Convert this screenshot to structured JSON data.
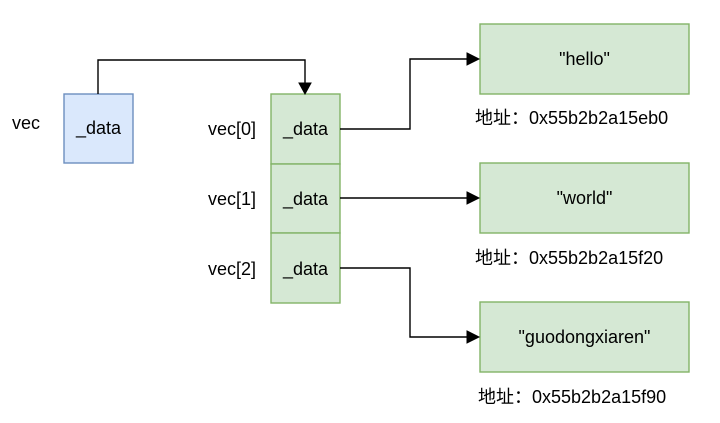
{
  "colors": {
    "vec_box_fill": "#dae8fc",
    "vec_box_stroke": "#6c8ebf",
    "green_fill": "#d5e8d4",
    "green_stroke": "#82b366",
    "line": "#000000"
  },
  "vec": {
    "label": "vec",
    "field": "_data"
  },
  "array": [
    {
      "label": "vec[0]",
      "field": "_data"
    },
    {
      "label": "vec[1]",
      "field": "_data"
    },
    {
      "label": "vec[2]",
      "field": "_data"
    }
  ],
  "strings": [
    {
      "value": "\"hello\"",
      "address": "地址：0x55b2b2a15eb0"
    },
    {
      "value": "\"world\"",
      "address": "地址：0x55b2b2a15f20"
    },
    {
      "value": "\"guodongxiaren\"",
      "address": "地址：0x55b2b2a15f90"
    }
  ]
}
